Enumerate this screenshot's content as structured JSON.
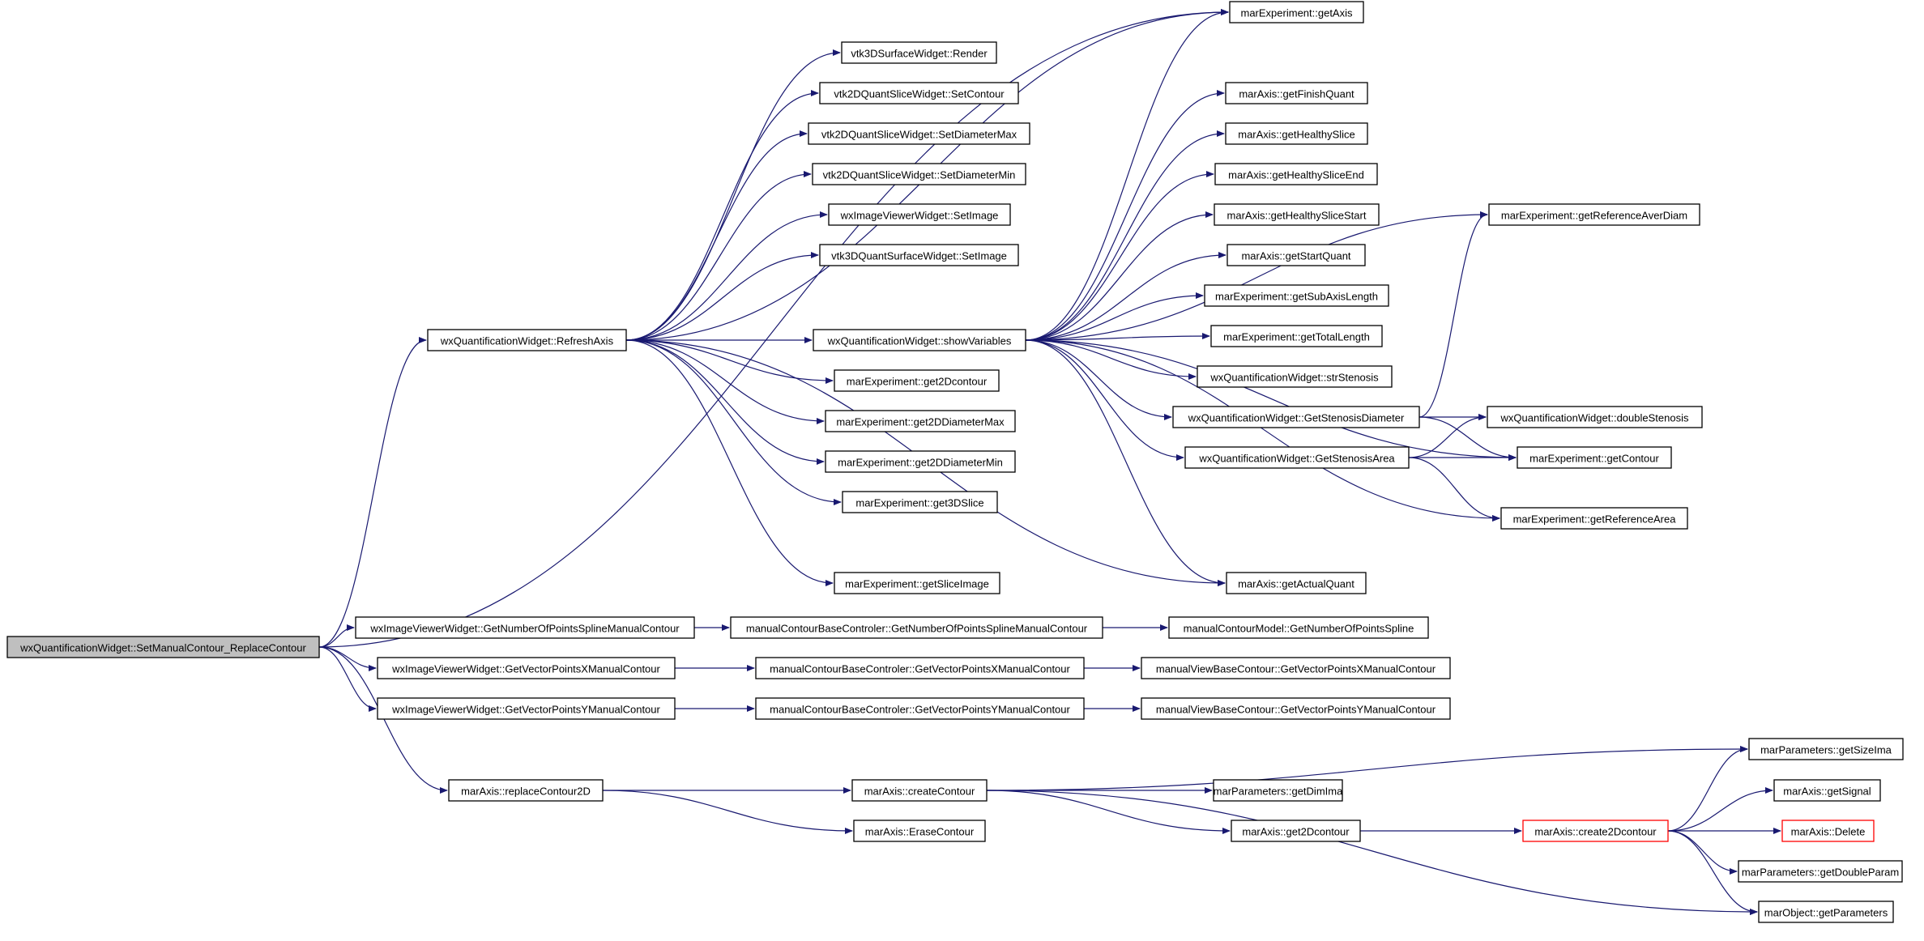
{
  "colors": {
    "edge": "#191970",
    "node_border": "#000000",
    "root_fill": "#bfbfbf",
    "highlight_border": "#ff0000",
    "background": "#ffffff"
  },
  "nodes": [
    {
      "id": "n0",
      "label": "wxQuantificationWidget::SetManualContour_ReplaceContour",
      "root": true
    },
    {
      "id": "n1",
      "label": "marExperiment::getAxis"
    },
    {
      "id": "n2",
      "label": "wxQuantificationWidget::RefreshAxis"
    },
    {
      "id": "n3",
      "label": "wxImageViewerWidget::GetNumberOfPointsSplineManualContour"
    },
    {
      "id": "n4",
      "label": "wxImageViewerWidget::GetVectorPointsXManualContour"
    },
    {
      "id": "n5",
      "label": "wxImageViewerWidget::GetVectorPointsYManualContour"
    },
    {
      "id": "n6",
      "label": "marAxis::replaceContour2D"
    },
    {
      "id": "n7",
      "label": "vtk3DSurfaceWidget::Render"
    },
    {
      "id": "n8",
      "label": "vtk2DQuantSliceWidget::SetContour"
    },
    {
      "id": "n9",
      "label": "vtk2DQuantSliceWidget::SetDiameterMax"
    },
    {
      "id": "n10",
      "label": "vtk2DQuantSliceWidget::SetDiameterMin"
    },
    {
      "id": "n11",
      "label": "wxImageViewerWidget::SetImage"
    },
    {
      "id": "n12",
      "label": "vtk3DQuantSurfaceWidget::SetImage"
    },
    {
      "id": "n13",
      "label": "wxQuantificationWidget::showVariables"
    },
    {
      "id": "n14",
      "label": "marExperiment::get2Dcontour"
    },
    {
      "id": "n15",
      "label": "marExperiment::get2DDiameterMax"
    },
    {
      "id": "n16",
      "label": "marExperiment::get2DDiameterMin"
    },
    {
      "id": "n17",
      "label": "marExperiment::get3DSlice"
    },
    {
      "id": "n18",
      "label": "marExperiment::getSliceImage"
    },
    {
      "id": "n19",
      "label": "marAxis::getActualQuant"
    },
    {
      "id": "n20",
      "label": "marAxis::getFinishQuant"
    },
    {
      "id": "n21",
      "label": "marAxis::getHealthySlice"
    },
    {
      "id": "n22",
      "label": "marAxis::getHealthySliceEnd"
    },
    {
      "id": "n23",
      "label": "marAxis::getHealthySliceStart"
    },
    {
      "id": "n24",
      "label": "marAxis::getStartQuant"
    },
    {
      "id": "n25",
      "label": "marExperiment::getSubAxisLength"
    },
    {
      "id": "n26",
      "label": "marExperiment::getTotalLength"
    },
    {
      "id": "n27",
      "label": "wxQuantificationWidget::strStenosis"
    },
    {
      "id": "n28",
      "label": "wxQuantificationWidget::GetStenosisDiameter"
    },
    {
      "id": "n29",
      "label": "wxQuantificationWidget::GetStenosisArea"
    },
    {
      "id": "n30",
      "label": "marExperiment::getReferenceAverDiam"
    },
    {
      "id": "n31",
      "label": "wxQuantificationWidget::doubleStenosis"
    },
    {
      "id": "n32",
      "label": "marExperiment::getContour"
    },
    {
      "id": "n33",
      "label": "marExperiment::getReferenceArea"
    },
    {
      "id": "n34",
      "label": "manualContourBaseControler::GetNumberOfPointsSplineManualContour"
    },
    {
      "id": "n35",
      "label": "manualContourModel::GetNumberOfPointsSpline"
    },
    {
      "id": "n36",
      "label": "manualContourBaseControler::GetVectorPointsXManualContour"
    },
    {
      "id": "n37",
      "label": "manualViewBaseContour::GetVectorPointsXManualContour"
    },
    {
      "id": "n38",
      "label": "manualContourBaseControler::GetVectorPointsYManualContour"
    },
    {
      "id": "n39",
      "label": "manualViewBaseContour::GetVectorPointsYManualContour"
    },
    {
      "id": "n40",
      "label": "marAxis::createContour"
    },
    {
      "id": "n41",
      "label": "marAxis::EraseContour"
    },
    {
      "id": "n42",
      "label": "marParameters::getDimIma"
    },
    {
      "id": "n43",
      "label": "marAxis::get2Dcontour"
    },
    {
      "id": "n44",
      "label": "marAxis::create2Dcontour",
      "highlight": true
    },
    {
      "id": "n45",
      "label": "marParameters::getSizeIma"
    },
    {
      "id": "n46",
      "label": "marAxis::getSignal"
    },
    {
      "id": "n47",
      "label": "marAxis::Delete",
      "highlight": true
    },
    {
      "id": "n48",
      "label": "marParameters::getDoubleParam"
    },
    {
      "id": "n49",
      "label": "marObject::getParameters"
    }
  ],
  "edges": [
    [
      "n0",
      "n1"
    ],
    [
      "n0",
      "n2"
    ],
    [
      "n0",
      "n3"
    ],
    [
      "n0",
      "n4"
    ],
    [
      "n0",
      "n5"
    ],
    [
      "n0",
      "n6"
    ],
    [
      "n2",
      "n7"
    ],
    [
      "n2",
      "n8"
    ],
    [
      "n2",
      "n9"
    ],
    [
      "n2",
      "n10"
    ],
    [
      "n2",
      "n11"
    ],
    [
      "n2",
      "n12"
    ],
    [
      "n2",
      "n13"
    ],
    [
      "n2",
      "n14"
    ],
    [
      "n2",
      "n15"
    ],
    [
      "n2",
      "n16"
    ],
    [
      "n2",
      "n17"
    ],
    [
      "n2",
      "n18"
    ],
    [
      "n2",
      "n1"
    ],
    [
      "n2",
      "n19"
    ],
    [
      "n13",
      "n1"
    ],
    [
      "n13",
      "n19"
    ],
    [
      "n13",
      "n20"
    ],
    [
      "n13",
      "n21"
    ],
    [
      "n13",
      "n22"
    ],
    [
      "n13",
      "n23"
    ],
    [
      "n13",
      "n24"
    ],
    [
      "n13",
      "n25"
    ],
    [
      "n13",
      "n26"
    ],
    [
      "n13",
      "n27"
    ],
    [
      "n13",
      "n28"
    ],
    [
      "n13",
      "n29"
    ],
    [
      "n13",
      "n30"
    ],
    [
      "n13",
      "n32"
    ],
    [
      "n13",
      "n33"
    ],
    [
      "n28",
      "n30"
    ],
    [
      "n28",
      "n31"
    ],
    [
      "n28",
      "n32"
    ],
    [
      "n29",
      "n31"
    ],
    [
      "n29",
      "n32"
    ],
    [
      "n29",
      "n33"
    ],
    [
      "n3",
      "n34"
    ],
    [
      "n34",
      "n35"
    ],
    [
      "n4",
      "n36"
    ],
    [
      "n36",
      "n37"
    ],
    [
      "n5",
      "n38"
    ],
    [
      "n38",
      "n39"
    ],
    [
      "n6",
      "n40"
    ],
    [
      "n6",
      "n41"
    ],
    [
      "n40",
      "n45"
    ],
    [
      "n40",
      "n42"
    ],
    [
      "n40",
      "n43"
    ],
    [
      "n40",
      "n49"
    ],
    [
      "n43",
      "n44"
    ],
    [
      "n44",
      "n45"
    ],
    [
      "n44",
      "n46"
    ],
    [
      "n44",
      "n47"
    ],
    [
      "n44",
      "n48"
    ],
    [
      "n44",
      "n49"
    ]
  ]
}
